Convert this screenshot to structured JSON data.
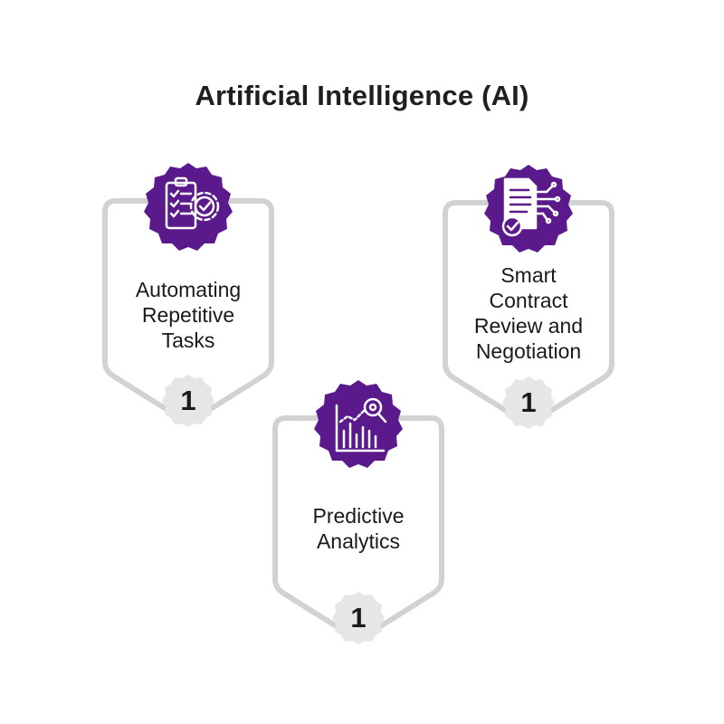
{
  "title": "Artificial Intelligence (AI)",
  "colors": {
    "accent": "#5a1a8c",
    "frame": "#d2d2d2",
    "number_badge": "#e6e6e6"
  },
  "cards": [
    {
      "label_lines": [
        "Automating",
        "Repetitive",
        "Tasks"
      ],
      "number": "1",
      "icon": "clipboard-checklist-gear-icon"
    },
    {
      "label_lines": [
        "Predictive",
        "Analytics"
      ],
      "number": "1",
      "icon": "bar-chart-magnifier-icon"
    },
    {
      "label_lines": [
        "Smart",
        "Contract",
        "Review and",
        "Negotiation"
      ],
      "number": "1",
      "icon": "document-circuit-check-icon"
    }
  ]
}
